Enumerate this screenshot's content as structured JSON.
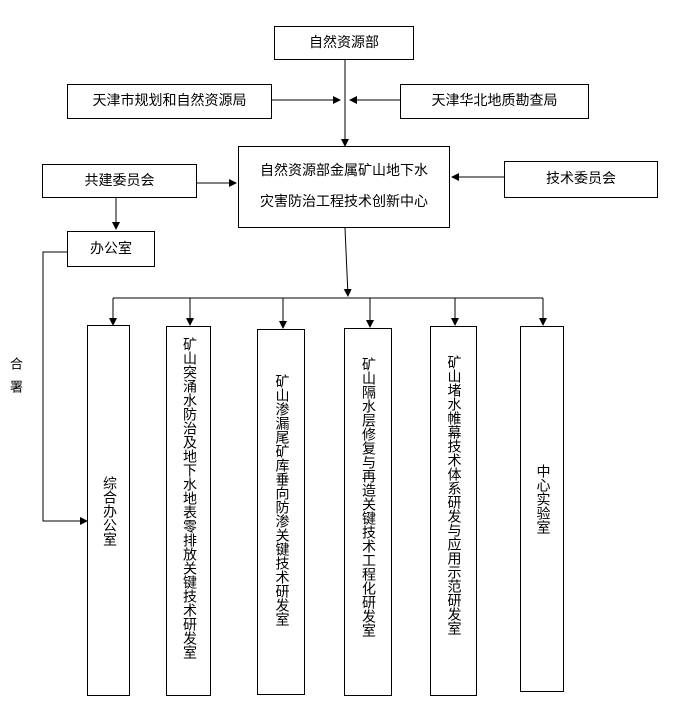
{
  "nodes": {
    "top": "自然资源部",
    "left_parent": "天津市规划和自然资源局",
    "right_parent": "天津华北地质勘查局",
    "center_line1": "自然资源部金属矿山地下水",
    "center_line2": "灾害防治工程技术创新中心",
    "co_build": "共建委员会",
    "tech_committee": "技术委员会",
    "office": "办公室"
  },
  "side_label": "合署",
  "departments": [
    "综合办公室",
    "矿山突涌水防治及地下水地表零排放关键技术研发室",
    "矿山渗漏尾矿库垂向防渗关键技术研发室",
    "矿山隔水层修复与再造关键技术工程化研发室",
    "矿山堵水帷幕技术体系研发与应用示范研发室",
    "中心实验室"
  ]
}
